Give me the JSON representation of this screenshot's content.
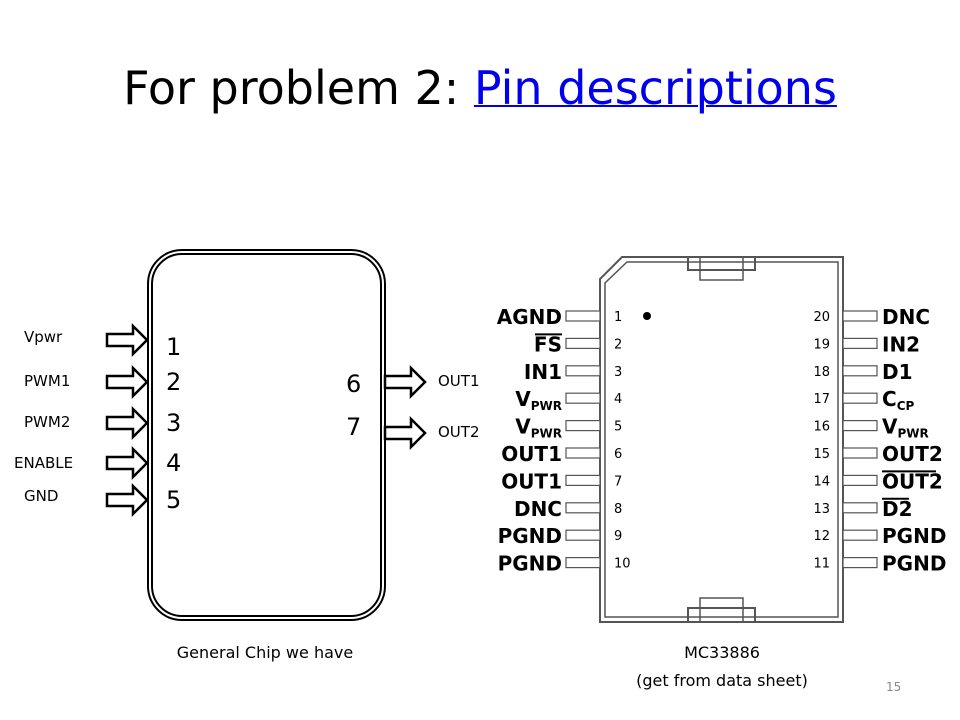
{
  "title": {
    "prefix": "For problem 2: ",
    "link": "Pin descriptions"
  },
  "general_chip": {
    "caption": "General Chip we have",
    "left_pins": [
      {
        "name": "Vpwr",
        "number": "1"
      },
      {
        "name": "PWM1",
        "number": "2"
      },
      {
        "name": "PWM2",
        "number": "3"
      },
      {
        "name": "ENABLE",
        "number": "4"
      },
      {
        "name": "GND",
        "number": "5"
      }
    ],
    "right_pins": [
      {
        "name": "OUT1",
        "number": "6"
      },
      {
        "name": "OUT2",
        "number": "7"
      }
    ]
  },
  "mc33886": {
    "caption_line1": "MC33886",
    "caption_line2": "(get from data sheet)",
    "left_pins": [
      {
        "num": "1",
        "name": "AGND"
      },
      {
        "num": "2",
        "name": "FS"
      },
      {
        "num": "3",
        "name": "IN1"
      },
      {
        "num": "4",
        "name": "V",
        "sub": "PWR"
      },
      {
        "num": "5",
        "name": "V",
        "sub": "PWR"
      },
      {
        "num": "6",
        "name": "OUT1"
      },
      {
        "num": "7",
        "name": "OUT1"
      },
      {
        "num": "8",
        "name": "DNC"
      },
      {
        "num": "9",
        "name": "PGND"
      },
      {
        "num": "10",
        "name": "PGND"
      }
    ],
    "right_pins": [
      {
        "num": "20",
        "name": "DNC"
      },
      {
        "num": "19",
        "name": "IN2"
      },
      {
        "num": "18",
        "name": "D1"
      },
      {
        "num": "17",
        "name": "C",
        "sub": "CP"
      },
      {
        "num": "16",
        "name": "V",
        "sub": "PWR"
      },
      {
        "num": "15",
        "name": "OUT2"
      },
      {
        "num": "14",
        "name": "OUT2"
      },
      {
        "num": "13",
        "name": "D2"
      },
      {
        "num": "12",
        "name": "PGND"
      },
      {
        "num": "11",
        "name": "PGND"
      }
    ]
  },
  "slide_number": "15"
}
